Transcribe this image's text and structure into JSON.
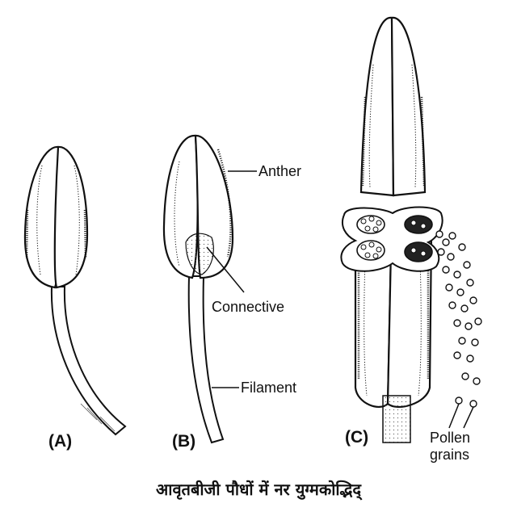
{
  "labels": {
    "anther": "Anther",
    "connective": "Connective",
    "filament": "Filament",
    "pollen_line1": "Pollen",
    "pollen_line2": "grains",
    "panel_a": "(A)",
    "panel_b": "(B)",
    "panel_c": "(C)"
  },
  "caption": "आवृतबीजी पौधों में नर युग्मकोद्भिद्"
}
